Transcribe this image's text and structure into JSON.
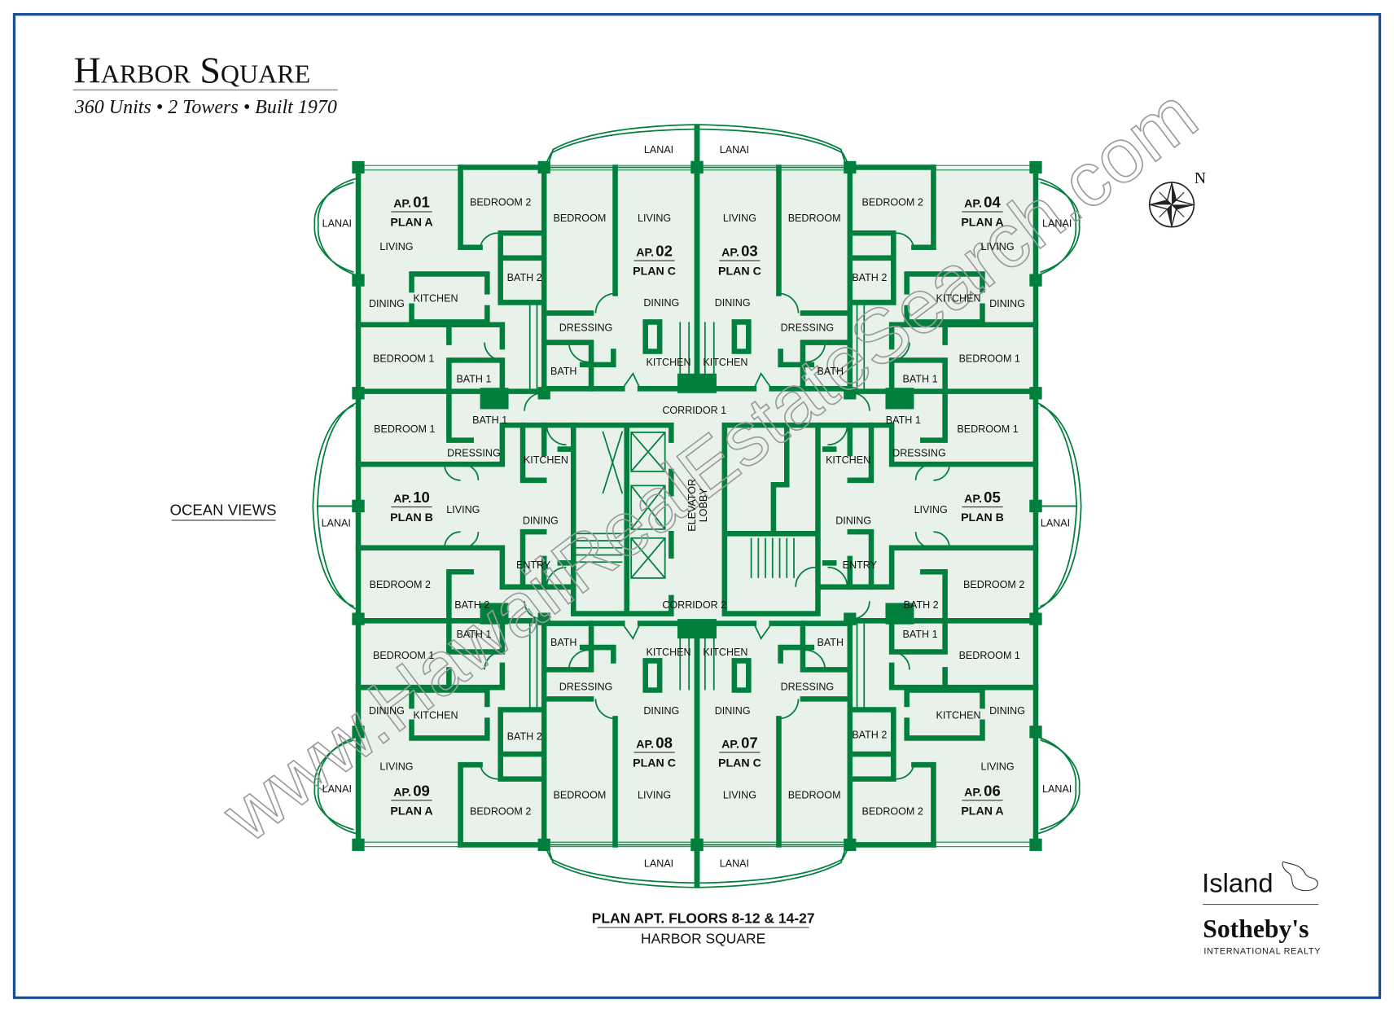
{
  "header": {
    "title": "Harbor Square",
    "subtitle": "360 Units • 2 Towers • Built 1970"
  },
  "side_label": "OCEAN VIEWS",
  "compass": {
    "north": "N",
    "icon": "compass-rose-icon"
  },
  "corridors": [
    "CORRIDOR 1",
    "CORRIDOR 2"
  ],
  "elevator_lobby": [
    "ELEVATOR",
    "LOBBY"
  ],
  "ap_prefix": "AP.",
  "units": [
    {
      "number": "01",
      "plan": "PLAN A",
      "rooms": [
        "LANAI",
        "LIVING",
        "DINING",
        "KITCHEN",
        "BEDROOM 2",
        "BATH 2",
        "BEDROOM 1",
        "BATH 1"
      ]
    },
    {
      "number": "02",
      "plan": "PLAN C",
      "rooms": [
        "LANAI",
        "BEDROOM",
        "LIVING",
        "DINING",
        "DRESSING",
        "BATH",
        "KITCHEN"
      ]
    },
    {
      "number": "03",
      "plan": "PLAN C",
      "rooms": [
        "LANAI",
        "LIVING",
        "BEDROOM",
        "DINING",
        "DRESSING",
        "KITCHEN",
        "BATH"
      ]
    },
    {
      "number": "04",
      "plan": "PLAN A",
      "rooms": [
        "BEDROOM 2",
        "LANAI",
        "LIVING",
        "BATH 2",
        "KITCHEN",
        "DINING",
        "BEDROOM 1",
        "BATH 1"
      ]
    },
    {
      "number": "05",
      "plan": "PLAN B",
      "rooms": [
        "BATH 1",
        "BEDROOM 1",
        "DRESSING",
        "KITCHEN",
        "LIVING",
        "DINING",
        "LANAI",
        "ENTRY",
        "BEDROOM 2",
        "BATH 2"
      ]
    },
    {
      "number": "06",
      "plan": "PLAN A",
      "rooms": [
        "BATH 1",
        "BEDROOM 1",
        "KITCHEN",
        "DINING",
        "BATH 2",
        "LIVING",
        "LANAI",
        "BEDROOM 2"
      ]
    },
    {
      "number": "07",
      "plan": "PLAN C",
      "rooms": [
        "KITCHEN",
        "BATH",
        "DRESSING",
        "DINING",
        "LIVING",
        "BEDROOM",
        "LANAI"
      ]
    },
    {
      "number": "08",
      "plan": "PLAN C",
      "rooms": [
        "BATH",
        "KITCHEN",
        "DRESSING",
        "DINING",
        "BEDROOM",
        "LIVING",
        "LANAI"
      ]
    },
    {
      "number": "09",
      "plan": "PLAN A",
      "rooms": [
        "BATH 1",
        "BEDROOM 1",
        "DINING",
        "KITCHEN",
        "BATH 2",
        "LIVING",
        "LANAI",
        "BEDROOM 2"
      ]
    },
    {
      "number": "10",
      "plan": "PLAN B",
      "rooms": [
        "BATH 1",
        "BEDROOM 1",
        "DRESSING",
        "KITCHEN",
        "LIVING",
        "DINING",
        "LANAI",
        "ENTRY",
        "BEDROOM 2",
        "BATH 2"
      ]
    }
  ],
  "caption": {
    "line1": "PLAN APT. FLOORS 8-12 & 14-27",
    "line2": "HARBOR SQUARE"
  },
  "watermark": "www.HawaiiRealEstateSearch.com",
  "logo": {
    "line1": "Island",
    "line2": "Sotheby's",
    "line3": "INTERNATIONAL REALTY"
  },
  "colors": {
    "wall": "#007f3d",
    "floor": "#e9f2ea",
    "border": "#1a4f8f"
  }
}
